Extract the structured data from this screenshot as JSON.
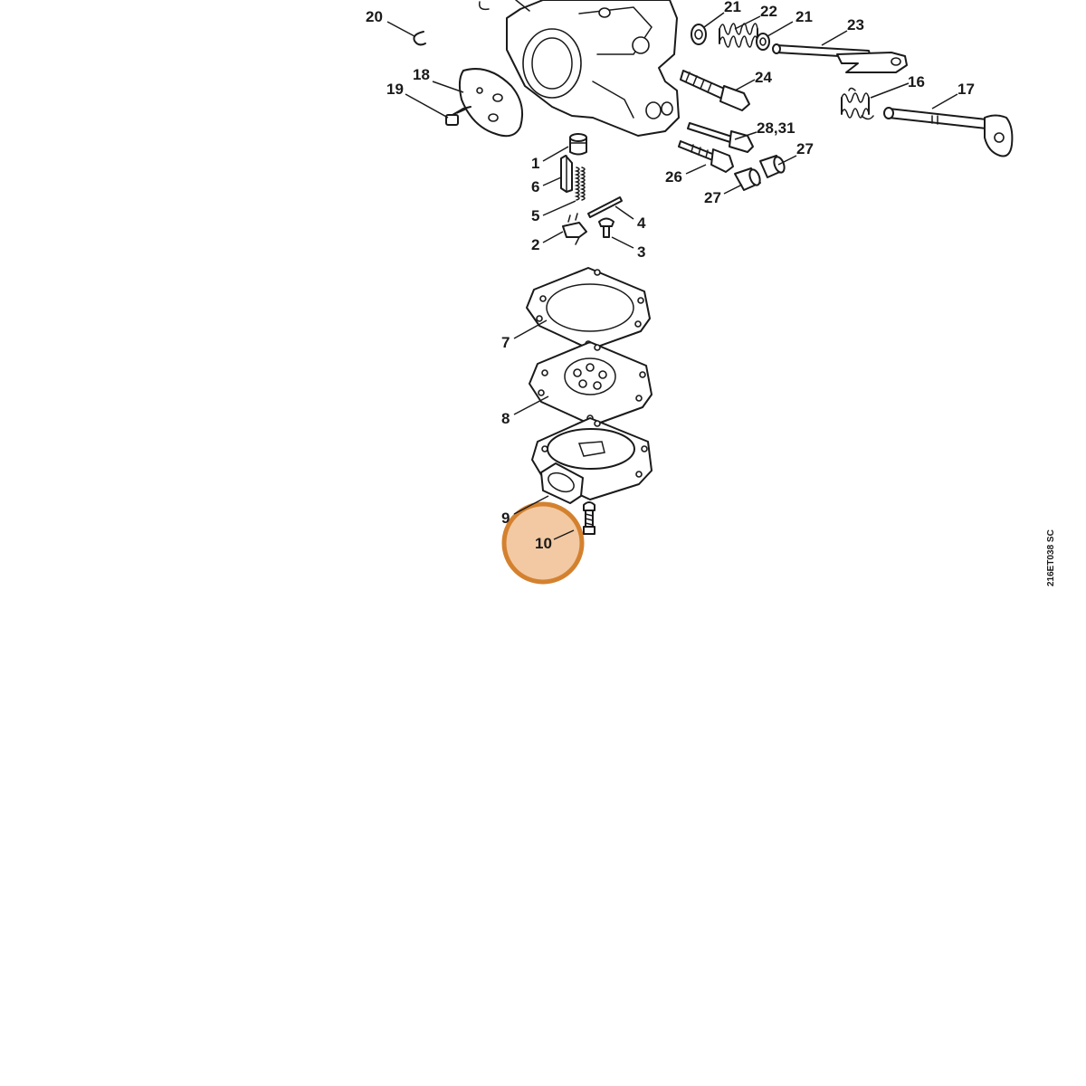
{
  "drawing_code": "216ET038 SC",
  "highlight": {
    "label": "10",
    "fill": "#f2c9a2",
    "stroke": "#d4812f"
  },
  "callouts": [
    {
      "id": "1",
      "text": "1"
    },
    {
      "id": "2",
      "text": "2"
    },
    {
      "id": "3",
      "text": "3"
    },
    {
      "id": "4",
      "text": "4"
    },
    {
      "id": "5",
      "text": "5"
    },
    {
      "id": "6",
      "text": "6"
    },
    {
      "id": "7",
      "text": "7"
    },
    {
      "id": "8",
      "text": "8"
    },
    {
      "id": "9",
      "text": "9"
    },
    {
      "id": "10",
      "text": "10"
    },
    {
      "id": "16",
      "text": "16"
    },
    {
      "id": "17",
      "text": "17"
    },
    {
      "id": "18",
      "text": "18"
    },
    {
      "id": "19",
      "text": "19"
    },
    {
      "id": "20",
      "text": "20"
    },
    {
      "id": "21a",
      "text": "21"
    },
    {
      "id": "21b",
      "text": "21"
    },
    {
      "id": "22",
      "text": "22"
    },
    {
      "id": "23",
      "text": "23"
    },
    {
      "id": "24",
      "text": "24"
    },
    {
      "id": "26",
      "text": "26"
    },
    {
      "id": "27a",
      "text": "27"
    },
    {
      "id": "27b",
      "text": "27"
    },
    {
      "id": "28_31",
      "text": "28,31"
    }
  ]
}
